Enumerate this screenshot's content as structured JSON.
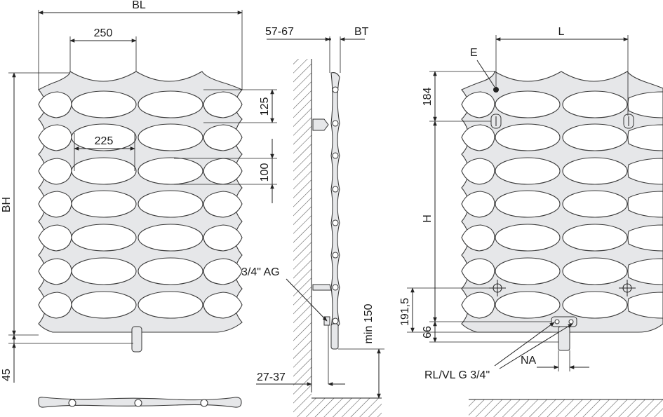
{
  "front_view": {
    "dim_width": "BL",
    "dim_pitch": "250",
    "dim_row_pitch": "125",
    "dim_hole_width": "225",
    "dim_hole_height": "100",
    "dim_height": "BH",
    "dim_bottom_offset": "45"
  },
  "side_view": {
    "dim_wall_distance": "57-67",
    "dim_depth": "BT",
    "thread_label": "3/4\" AG",
    "dim_min_floor": "min 150",
    "dim_wall_clearance": "27-37"
  },
  "connection_view": {
    "dim_connection_width": "L",
    "vent_label": "E",
    "dim_top_distance": "184",
    "dim_connection_height": "H",
    "dim_lower_connection": "191,5",
    "dim_bottom_connection": "66",
    "dim_hub": "NA",
    "connection_label": "RL/VL G 3/4\""
  }
}
